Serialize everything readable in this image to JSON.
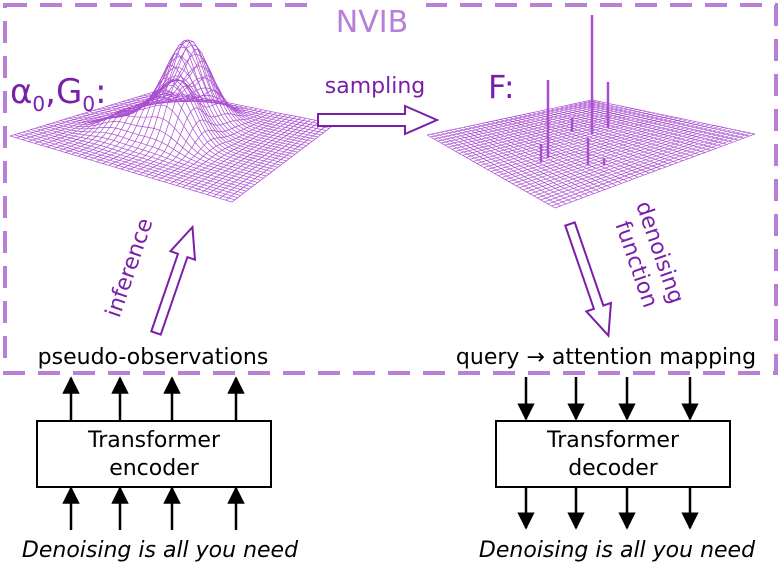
{
  "nvib_title": "NVIB",
  "prior_label": "α₀, G₀:",
  "prior_alpha": "α",
  "prior_alpha_sub": "0",
  "prior_g": "G",
  "prior_g_sub": "0",
  "posterior_label": "F:",
  "sampling_label": "sampling",
  "inference_label": "inference",
  "denoising_line1": "denoising",
  "denoising_line2": "function",
  "pseudo_obs_label": "pseudo-observations",
  "query_label": "query → attention mapping",
  "encoder": {
    "line1": "Transformer",
    "line2": "encoder"
  },
  "decoder": {
    "line1": "Transformer",
    "line2": "decoder"
  },
  "input_sentence": "Denoising is all you need",
  "output_sentence": "Denoising is all you need",
  "colors": {
    "purple": "#7a1fa8",
    "light_purple": "#b77fd6",
    "mesh": "#a94ed0",
    "black": "#000000"
  }
}
